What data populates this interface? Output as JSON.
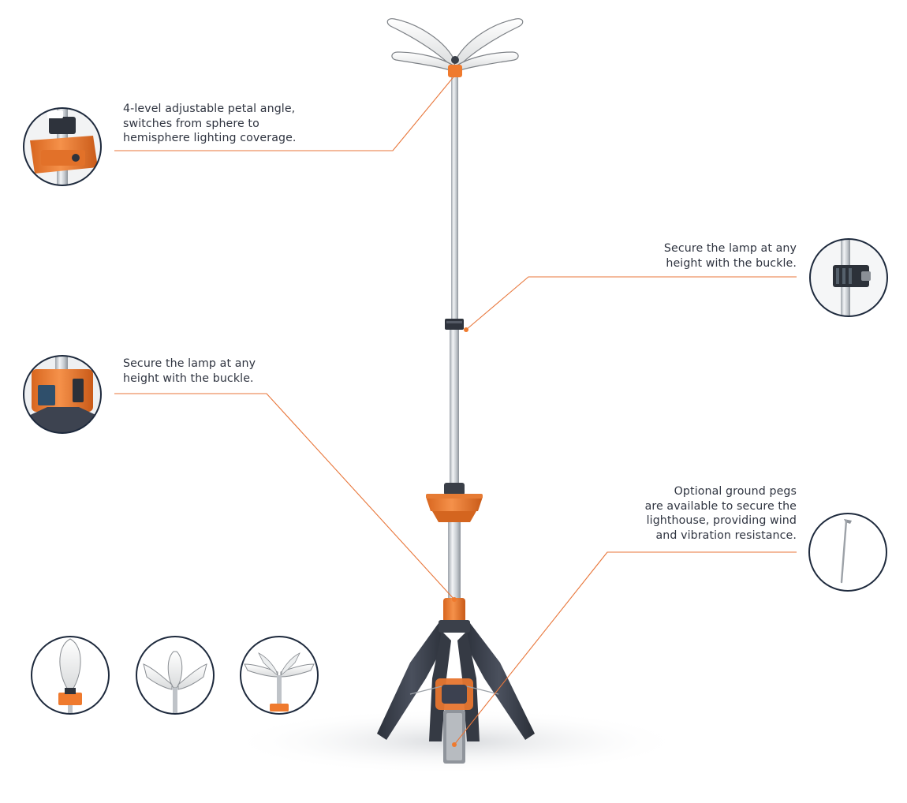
{
  "callouts": {
    "petal_angle": {
      "lines": [
        "4-level adjustable petal angle,",
        "switches from sphere to",
        "hemisphere lighting coverage."
      ]
    },
    "buckle_right": {
      "lines": [
        "Secure the lamp at any",
        "height with the buckle."
      ]
    },
    "buckle_left": {
      "lines": [
        "Secure the lamp at any",
        "height with the buckle."
      ]
    },
    "ground_pegs": {
      "lines": [
        "Optional ground pegs",
        "are available to secure the",
        "lighthouse, providing wind",
        "and vibration resistance."
      ]
    }
  },
  "colors": {
    "accent": "#ef7a2e",
    "leader_line": "#e8763a",
    "circle_border": "#1e2a3d",
    "pole": "#c9cdd2",
    "tripod": "#3c4250",
    "petal": "#f3f3f1"
  },
  "icons": {
    "detail_petal_hub": "lamp-head-hub-icon",
    "detail_buckle_pole": "pole-buckle-icon",
    "detail_buckle_base": "base-buckle-icon",
    "detail_ground_peg": "ground-peg-icon",
    "mode_closed": "petals-closed-icon",
    "mode_half_open": "petals-half-open-icon",
    "mode_open": "petals-open-icon"
  }
}
